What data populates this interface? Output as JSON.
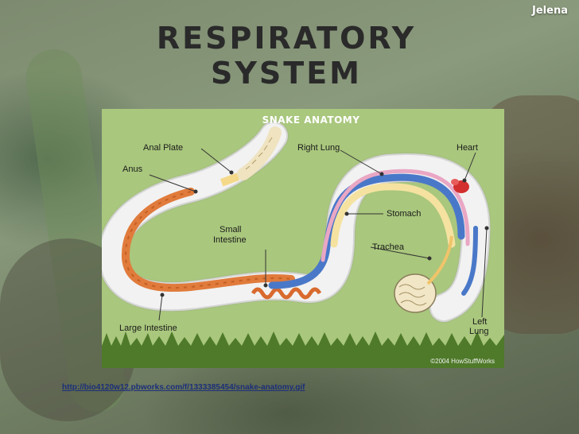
{
  "slide": {
    "author": "Jelena",
    "title_line1": "RESPIRATORY",
    "title_line2": "SYSTEM",
    "source_url": "http://bio4120w12.pbworks.com/f/1333385454/snake-anatomy.gif"
  },
  "figure": {
    "title": "SNAKE ANATOMY",
    "copyright": "©2004 HowStuffWorks",
    "labels": {
      "anal_plate": "Anal Plate",
      "anus": "Anus",
      "small_intestine_1": "Small",
      "small_intestine_2": "Intestine",
      "large_intestine": "Large Intestine",
      "right_lung": "Right Lung",
      "heart": "Heart",
      "stomach": "Stomach",
      "trachea": "Trachea",
      "left_lung_1": "Left",
      "left_lung_2": "Lung"
    }
  },
  "colors": {
    "figure_bg": "#a9c77d",
    "body_outline": "#e9e9e9",
    "large_intestine": "#e07b3c",
    "right_lung": "#4a78c8",
    "stomach": "#f5e2a0",
    "heart": "#d32f2f",
    "grass": "#4f7a2a"
  }
}
